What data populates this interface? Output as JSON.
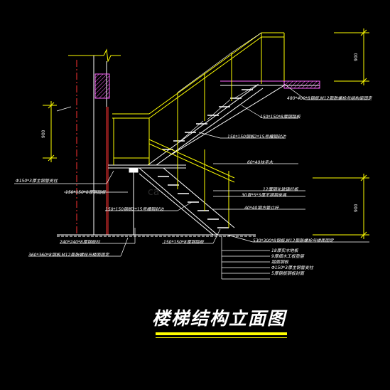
{
  "title": "楼梯结构立面图",
  "watermark": "ca",
  "colors": {
    "background": "#000000",
    "structure": "#ffffff",
    "railing": "#ffff00",
    "dimension": "#ffff00",
    "centerline": "#ff3333",
    "hatch": "#ff66ff",
    "leader": "#ffffff"
  },
  "annotations": {
    "a1": "480*400*8钢板,M12膨胀螺栓与结构梁固定",
    "a2": "150*150*8厚钢踏板",
    "a3": "150*150钢板2*15号槽钢封边",
    "a4": "60*40扶手木",
    "a5": "Φ150*3厚主钢管支柱",
    "a6": "12厚钢化玻璃栏板",
    "a7": "30直*5*3厚不锈钢夹具",
    "a8": "40*40钢方管立杆",
    "a9": "150*150*8厚钢踏板",
    "a10": "150*150钢板2*15号槽钢封边",
    "a11": "240*240*8厚钢板柱",
    "a12": "360*360*8钢板,M12膨胀螺栓与楼面固定",
    "a13": "150*150*8厚钢踏板",
    "a14": "530*300*8钢板,M12膨胀螺栓与楼面固定",
    "a15": "18厚实木地板",
    "a16": "9厚细木工板垫层",
    "a17": "踏面钢板",
    "a18": "Φ150*3厚主钢管支柱",
    "a19": "5厚钢板钢板封面"
  },
  "dimensions": {
    "d1": "900",
    "d2": "900",
    "d3": "900"
  }
}
